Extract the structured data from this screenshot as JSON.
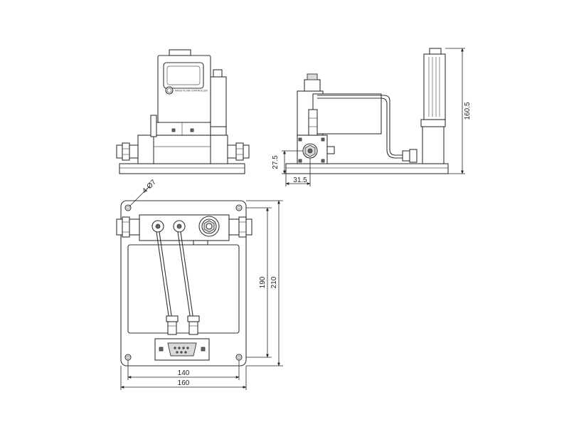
{
  "dimensions": {
    "dia_label": "4-Ø7",
    "width_inner": "140",
    "width_outer": "160",
    "height_inner": "190",
    "height_outer": "210",
    "height_side": "160.5",
    "side_h_offset": "27.5",
    "side_w_offset": "31.5"
  },
  "front_view": {
    "badge_text": "MASS FLOW CONTROLLER"
  }
}
